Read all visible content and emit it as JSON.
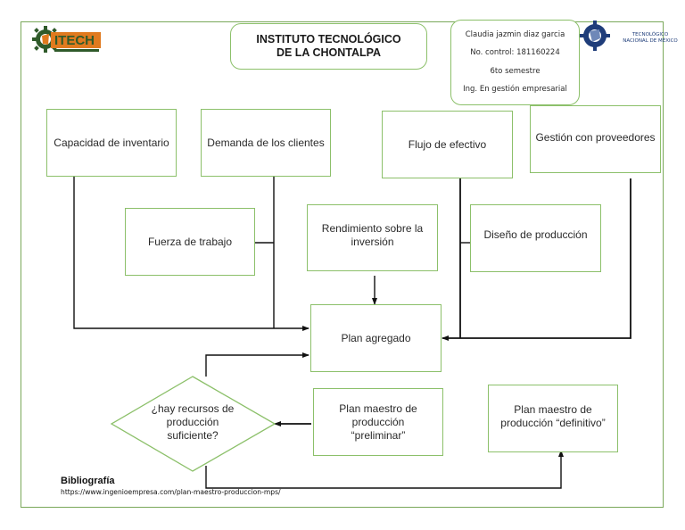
{
  "header": {
    "institution": "INSTITUTO TECNOLÓGICO DE LA CHONTALPA",
    "student": {
      "name": "Claudia jazmin diaz garcia",
      "control": "No. control: 181160224",
      "semester": "6to semestre",
      "career": "Ing. En gestión empresarial"
    },
    "logos": {
      "left": {
        "icon": "itech-gear-logo",
        "text": "ITECH"
      },
      "right": {
        "icon": "tecnm-gear-logo",
        "line1": "TECNOLÓGICO",
        "line2": "NACIONAL DE MÉXICO"
      }
    }
  },
  "nodes": {
    "capacidad": "Capacidad de inventario",
    "demanda": "Demanda de los clientes",
    "flujo": "Flujo de efectivo",
    "gestion": "Gestión con proveedores",
    "fuerza": "Fuerza de trabajo",
    "rendimiento": "Rendimiento sobre la inversión",
    "diseno": "Diseño de producción",
    "plan_agregado": "Plan agregado",
    "decision": "¿hay recursos de producción suficiente?",
    "preliminar": "Plan maestro de producción “preliminar”",
    "definitivo": "Plan maestro de producción “definitivo”"
  },
  "bibliography": {
    "title": "Bibliografía",
    "url": "https://www.ingenioempresa.com/plan-maestro-produccion-mps/"
  },
  "colors": {
    "box_border": "#8cc06a",
    "frame_border": "#7aa85a",
    "connector": "#111111",
    "itech_orange": "#e07a1f",
    "itech_green": "#2f5a2a",
    "tecnm_blue": "#1f3d7a"
  }
}
